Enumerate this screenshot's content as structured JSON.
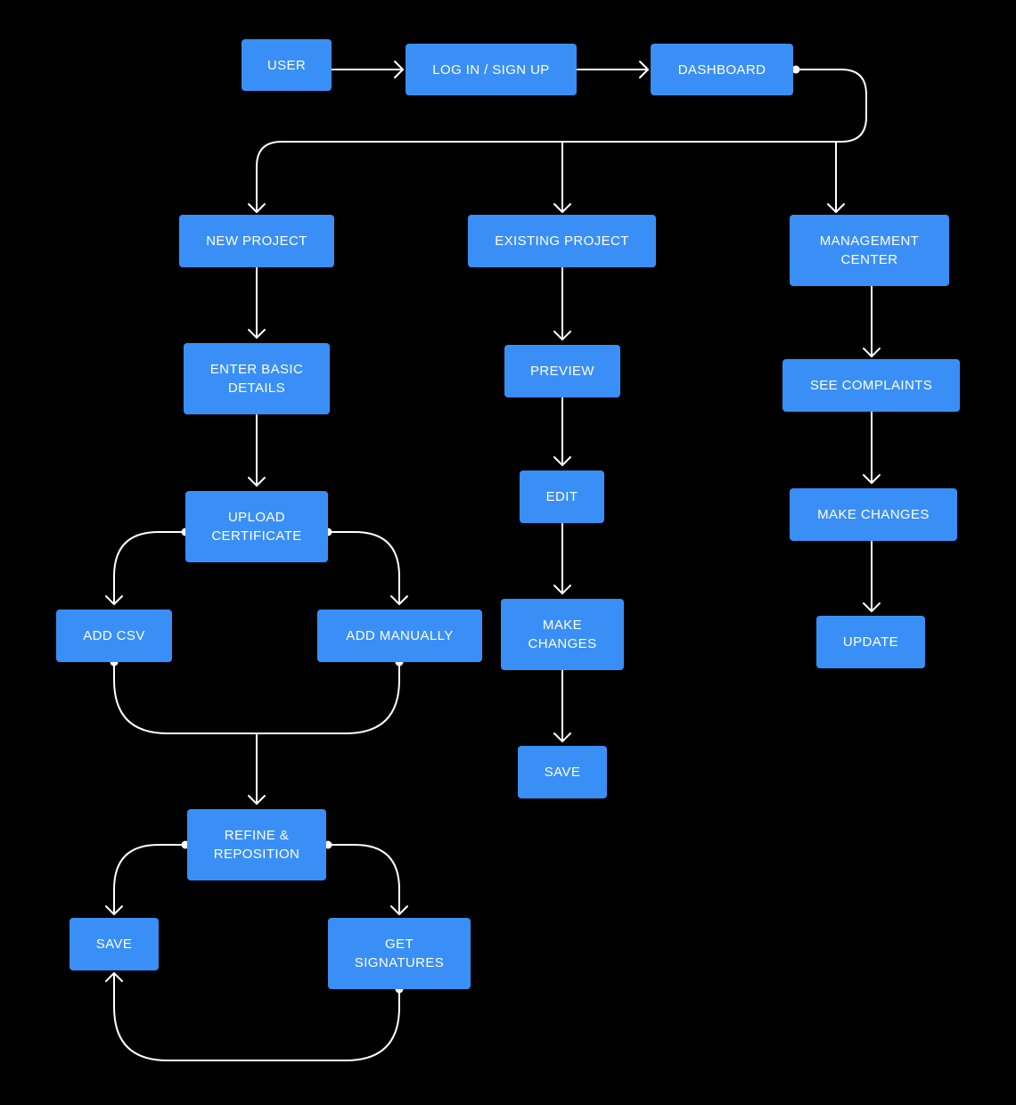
{
  "colors": {
    "background": "#000000",
    "node_fill": "#3a8ff7",
    "node_text": "#ffffff",
    "connector": "#ffffff"
  },
  "nodes": {
    "user": "USER",
    "login": "LOG IN / SIGN UP",
    "dashboard": "DASHBOARD",
    "new_project": "NEW PROJECT",
    "existing_project": "EXISTING PROJECT",
    "management_center": "MANAGEMENT\nCENTER",
    "enter_basic_details": "ENTER BASIC\nDETAILS",
    "upload_certificate": "UPLOAD\nCERTIFICATE",
    "add_csv": "ADD CSV",
    "add_manually": "ADD MANUALLY",
    "refine_reposition": "REFINE &\nREPOSITION",
    "save_new": "SAVE",
    "get_signatures": "GET\nSIGNATURES",
    "preview": "PREVIEW",
    "edit": "EDIT",
    "make_changes_existing": "MAKE\nCHANGES",
    "save_existing": "SAVE",
    "see_complaints": "SEE COMPLAINTS",
    "make_changes_management": "MAKE CHANGES",
    "update": "UPDATE"
  }
}
